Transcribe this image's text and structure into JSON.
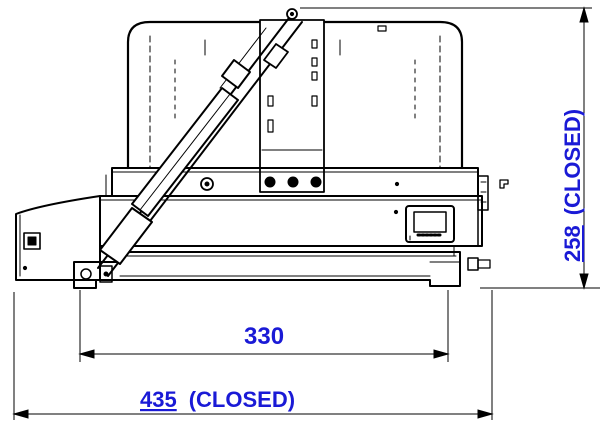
{
  "colors": {
    "ink": "#000000",
    "dimension_blue": "#1a1ad6",
    "background": "#ffffff"
  },
  "dimensions": {
    "height": {
      "value": "258",
      "note": "(CLOSED)"
    },
    "inner_width": {
      "value": "330"
    },
    "overall_width": {
      "value": "435",
      "note": "(CLOSED)"
    }
  }
}
